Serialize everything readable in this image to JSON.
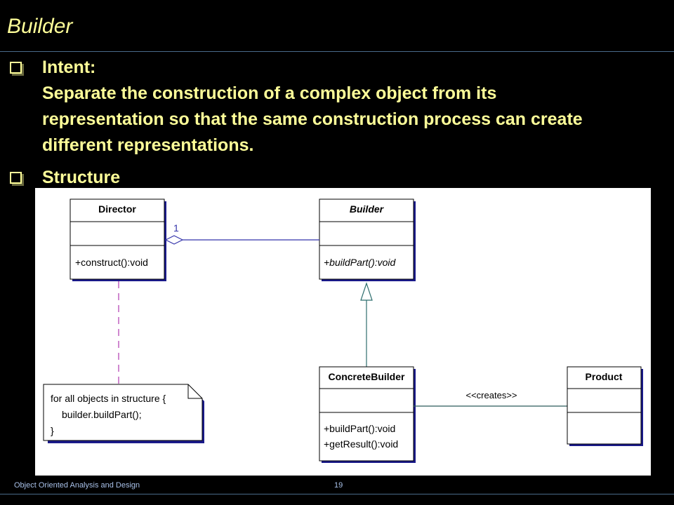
{
  "slide": {
    "title": "Builder",
    "bullets": [
      {
        "label": "Intent:",
        "lines": [
          "Separate the construction of a complex object from its",
          "representation so that the same construction process can create",
          "different representations."
        ]
      },
      {
        "label": "Structure",
        "lines": []
      }
    ],
    "footer": {
      "left": "Object Oriented Analysis and Design",
      "page": "19"
    }
  },
  "diagram": {
    "classes": {
      "director": {
        "name": "Director",
        "operation": "+construct():void"
      },
      "builder": {
        "name": "Builder",
        "operation": "+buildPart():void",
        "abstract": true
      },
      "concrete_builder": {
        "name": "ConcreteBuilder",
        "operations": [
          "+buildPart():void",
          "+getResult():void"
        ]
      },
      "product": {
        "name": "Product"
      }
    },
    "aggregation_multiplicity": "1",
    "creates_label": "<<creates>>",
    "note_lines": [
      "for all objects in structure {",
      "builder.buildPart();",
      "}"
    ],
    "colors": {
      "aggregation_line": "#3333aa",
      "generalization_line": "#2e6e6e",
      "creates_line": "#2a5a5a",
      "note_dashed_line": "#b03ab0",
      "class_shadow": "#1a1a8a",
      "text": "#000000",
      "title_text": "#ffff99",
      "footer_text": "#a8c0e8"
    }
  }
}
